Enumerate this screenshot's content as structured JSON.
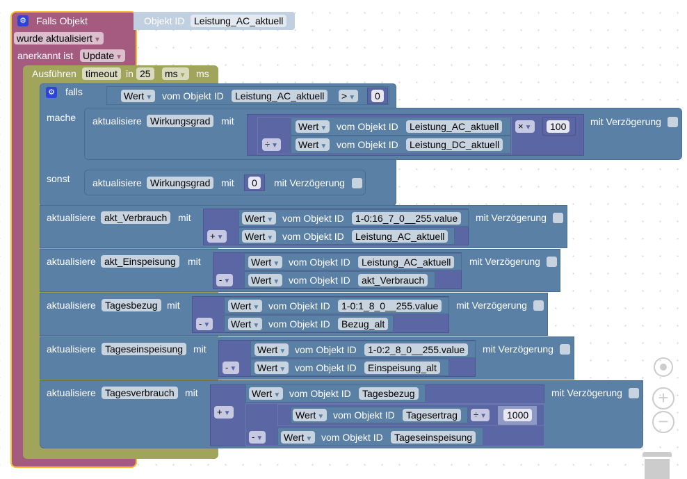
{
  "trigger": {
    "title": "Falls Objekt",
    "object_label": "Objekt ID",
    "object_id": "Leistung_AC_aktuell",
    "condition_dropdown": "wurde aktualisiert",
    "ack_label": "anerkannt ist",
    "ack_dropdown": "Update"
  },
  "timeout": {
    "label": "Ausführen",
    "name": "timeout",
    "in_label": "in",
    "value": "25",
    "unit_dropdown": "ms",
    "unit_label": "ms"
  },
  "ifblock": {
    "if_label": "falls",
    "do_label": "mache",
    "else_label": "sonst",
    "condition": {
      "prop": "Wert",
      "of_label": "vom Objekt ID",
      "object": "Leistung_AC_aktuell",
      "op": ">",
      "value": "0"
    }
  },
  "common": {
    "update_label": "aktualisiere",
    "with_label": "mit",
    "delay_label": "mit Verzögerung",
    "value_prop": "Wert",
    "of_label": "vom Objekt ID"
  },
  "statements": [
    {
      "target": "Wirkungsgrad",
      "op1": "÷",
      "a": "Leistung_AC_aktuell",
      "b": "Leistung_DC_aktuell",
      "op2": "×",
      "factor": "100"
    },
    {
      "target": "Wirkungsgrad",
      "value": "0"
    },
    {
      "target": "akt_Verbrauch",
      "op": "+",
      "a": "1-0:16_7_0__255.value",
      "b": "Leistung_AC_aktuell"
    },
    {
      "target": "akt_Einspeisung",
      "op": "-",
      "a": "Leistung_AC_aktuell",
      "b": "akt_Verbrauch"
    },
    {
      "target": "Tagesbezug",
      "op": "-",
      "a": "1-0:1_8_0__255.value",
      "b": "Bezug_alt"
    },
    {
      "target": "Tageseinspeisung",
      "op": "-",
      "a": "1-0:2_8_0__255.value",
      "b": "Einspeisung_alt"
    },
    {
      "target": "Tagesverbrauch",
      "op": "+",
      "a": "Tagesbezug",
      "op_inner": "-",
      "b": "Tagesertrag",
      "op_div": "÷",
      "divisor": "1000",
      "c": "Tageseinspeisung"
    }
  ],
  "controls": {
    "recenter_icon": "◉",
    "zoom_in_icon": "+",
    "zoom_out_icon": "−"
  }
}
